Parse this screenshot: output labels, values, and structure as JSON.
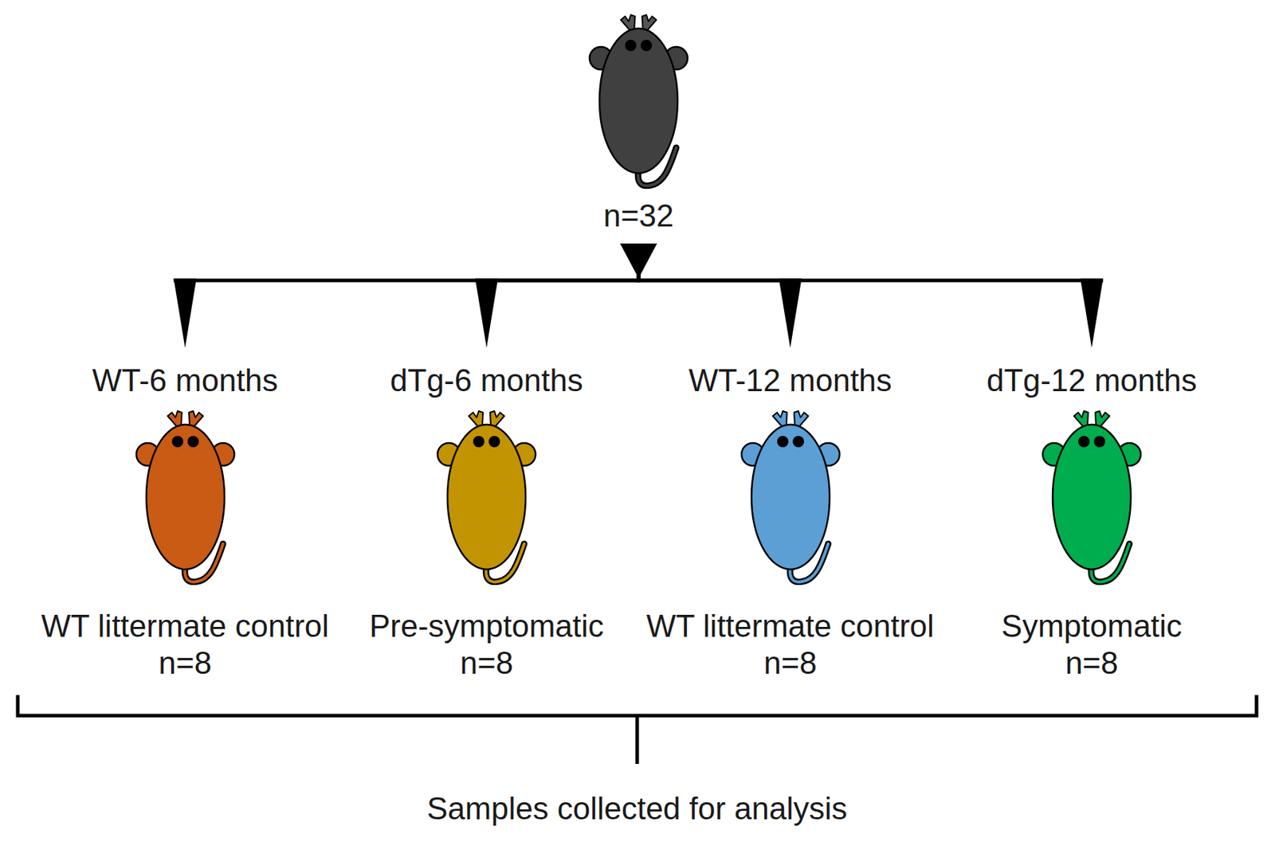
{
  "diagram": {
    "nodes": [
      {
        "text": [
          "n=32"
        ]
      },
      {
        "text": [
          "WT-6 months",
          "WT littermate control",
          "n=8"
        ]
      },
      {
        "text": [
          "dTg-6 months",
          "Pre-symptomatic",
          "n=8"
        ]
      },
      {
        "text": [
          "WT-12 months",
          "WT littermate control",
          "n=8"
        ]
      },
      {
        "text": [
          "dTg-12 months",
          "Symptomatic",
          "n=8"
        ]
      }
    ],
    "edges": [
      {
        "from": 0,
        "to": 1,
        "arrow": "to"
      },
      {
        "from": 0,
        "to": 2,
        "arrow": "to"
      },
      {
        "from": 0,
        "to": 3,
        "arrow": "to"
      },
      {
        "from": 0,
        "to": 4,
        "arrow": "to"
      }
    ],
    "labels": [
      "Samples collected for analysis"
    ]
  }
}
